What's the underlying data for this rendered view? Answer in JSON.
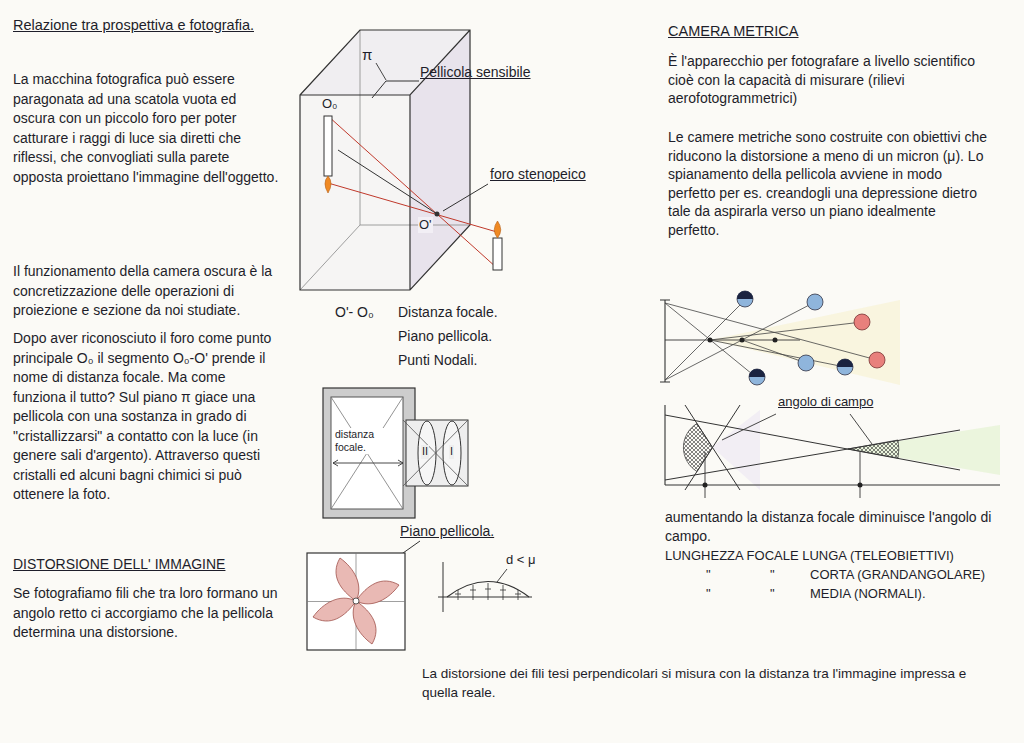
{
  "diagram": {
    "title": "Relazione tra prospettiva e fotografia.",
    "labels": [
      "La macchina fotografica può essere paragonata ad una scatola vuota ed oscura con un piccolo foro per poter catturare i raggi di luce sia diretti che riflessi, che convogliati sulla parete opposta proiettano l'immagine dell'oggetto.",
      "Il funzionamento della camera oscura è la concretizzazione delle operazioni di proiezione e sezione da noi studiate.",
      "Dopo aver riconosciuto il foro come punto principale O₀ il segmento O₀-O' prende il nome di distanza focale. Ma come funziona il tutto? Sul piano π giace una pellicola con una sostanza in grado di \"cristallizzarsi\" a contatto con la luce (in genere sali d'argento). Attraverso questi cristalli ed alcuni bagni chimici si può ottenere la foto.",
      "DISTORSIONE DELL' IMMAGINE",
      "Se fotografiamo fili che tra loro formano un angolo retto ci accorgiamo che la pellicola determina una distorsione.",
      "Pellicola sensibile",
      "π",
      "O₀",
      "O'",
      "foro stenopeico",
      "O'- O₀",
      "Distanza focale.",
      "Piano pellicola.",
      "Punti Nodali.",
      "distanza focale.",
      "II",
      "I",
      "Piano pellicola.",
      "d < μ",
      "La distorsione dei fili tesi perpendicolari si misura con la distanza tra l'immagine impressa e quella reale.",
      "CAMERA METRICA",
      "È l'apparecchio per fotografare a livello scientifico cioè con la capacità di misurare (rilievi aerofotogrammetrici)",
      "Le camere metriche sono costruite con obiettivi che riducono la distorsione a meno di un micron (μ). Lo spianamento della pellicola avviene in modo perfetto per es. creandogli una depressione dietro tale da aspirarla verso un piano idealmente perfetto.",
      "angolo di campo",
      "aumentando la distanza focale diminuisce l'angolo di campo.",
      "LUNGHEZZA FOCALE LUNGA (TELEOBIETTIVI)",
      "\"",
      "\"",
      "CORTA (GRANDANGOLARE)",
      "\"",
      "\"",
      "MEDIA (NORMALI)."
    ]
  }
}
